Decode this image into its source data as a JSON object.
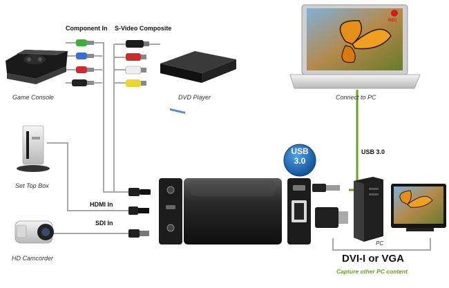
{
  "labels": {
    "component_in": "Component In",
    "svideo_composite": "S-Video Composite",
    "game_console": "Game Console",
    "dvd_player": "DVD Player",
    "set_top_box": "Set Top Box",
    "hd_camcorder": "HD Camcorder",
    "hdmi_in": "HDMI In",
    "sdi_in": "SDI In",
    "connect_to_pc": "Connect to PC",
    "usb_30": "USB 3.0",
    "pc": "PC",
    "dvi_or_vga": "DVI-I or VGA",
    "capture_other": "Capture other PC content",
    "badge_top": "USB",
    "badge_bottom": "3.0",
    "rec": "REC"
  },
  "colors": {
    "cable": "#a7a7a7",
    "usb_cable": "#6aa11e",
    "badge": "#1a67b8",
    "rec": "#d51a1a",
    "device": "#1f1f1f",
    "green": "#6aa11e"
  },
  "icons": {
    "game_console": "game-console-icon",
    "dvd_player": "dvd-player-icon",
    "set_top_box": "set-top-box-icon",
    "camcorder": "camcorder-icon",
    "laptop": "laptop-icon",
    "capture_device": "capture-device-icon",
    "pc_tower": "pc-tower-icon",
    "monitor": "monitor-icon"
  }
}
